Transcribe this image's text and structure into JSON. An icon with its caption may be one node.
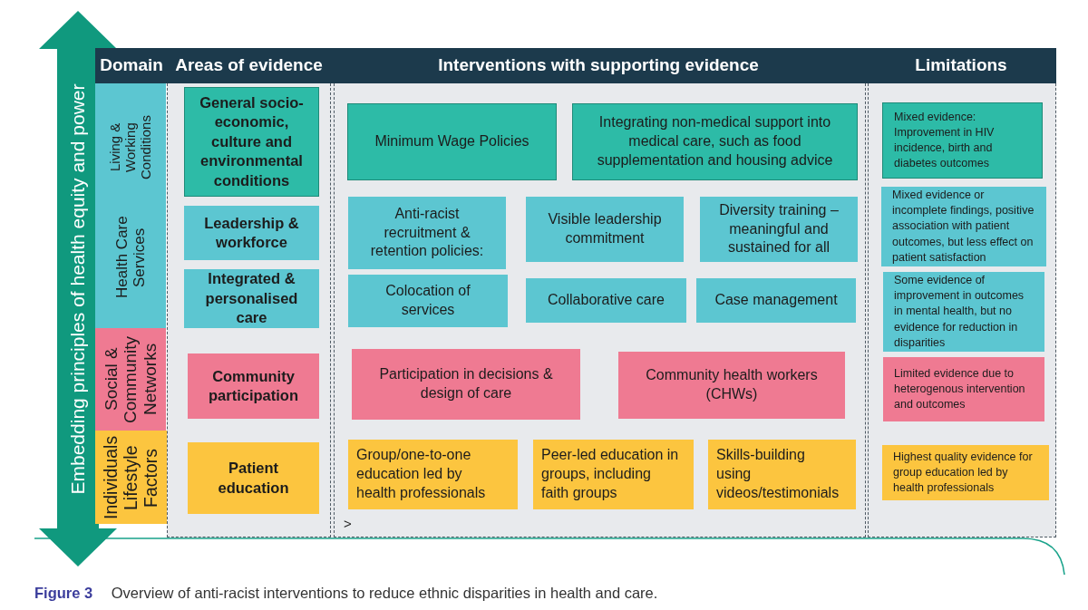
{
  "diagram": {
    "caption": "**Figure 3** Overview of anti-racist interventions to reduce ethnic disparities in health and care.",
    "nodes": [
      {
        "text": [
          "Embedding principles of health equity and power"
        ]
      },
      {
        "text": [
          "Domain"
        ]
      },
      {
        "text": [
          "Living & Working Conditions",
          "Health Care Services"
        ],
        "in": 1
      },
      {
        "text": [
          "Social & Community Networks"
        ],
        "in": 1
      },
      {
        "text": [
          "Individuals Lifestyle Factors"
        ],
        "in": 1
      },
      {
        "text": [
          "Areas of evidence"
        ]
      },
      {
        "text": [
          "General socio-economic, culture and environmental conditions"
        ],
        "in": 5
      },
      {
        "text": [
          "Leadership & workforce"
        ],
        "in": 5
      },
      {
        "text": [
          "Integrated & personalised care"
        ],
        "in": 5
      },
      {
        "text": [
          "Community participation"
        ],
        "in": 5
      },
      {
        "text": [
          "Patient education"
        ],
        "in": 5
      },
      {
        "text": [
          "Interventions with supporting evidence"
        ]
      },
      {
        "text": [
          "Minimum Wage Policies"
        ],
        "in": 11
      },
      {
        "text": [
          "Integrating non-medical support into medical care, such as food supplementation and housing advice"
        ],
        "in": 11
      },
      {
        "text": [
          "Anti-racist recruitment & retention policies:"
        ],
        "in": 11
      },
      {
        "text": [
          "Visible leadership commitment"
        ],
        "in": 11
      },
      {
        "text": [
          "Diversity training – meaningful and sustained for all"
        ],
        "in": 11
      },
      {
        "text": [
          "Colocation of services"
        ],
        "in": 11
      },
      {
        "text": [
          "Collaborative care"
        ],
        "in": 11
      },
      {
        "text": [
          "Case management"
        ],
        "in": 11
      },
      {
        "text": [
          "Participation in decisions & design of care"
        ],
        "in": 11
      },
      {
        "text": [
          "Community health workers (CHWs)"
        ],
        "in": 11
      },
      {
        "text": [
          "Group/one-to-one education led by health professionals"
        ],
        "in": 11
      },
      {
        "text": [
          "Peer-led education in groups, including faith groups"
        ],
        "in": 11
      },
      {
        "text": [
          "Skills-building using videos/testimonials"
        ],
        "in": 11
      },
      {
        "text": [
          "Limitations"
        ]
      },
      {
        "text": [
          "Mixed evidence: Improvement in HIV incidence, birth and diabetes outcomes"
        ],
        "in": 25
      },
      {
        "text": [
          "Mixed evidence or incomplete findings, positive association with patient outcomes, but less effect on patient satisfaction"
        ],
        "in": 25
      },
      {
        "text": [
          "Some evidence of improvement in outcomes in mental health, but no evidence for reduction in disparities"
        ],
        "in": 25
      },
      {
        "text": [
          "Limited evidence due to heterogenous intervention and outcomes"
        ],
        "in": 25
      },
      {
        "text": [
          "Highest quality evidence for group education led by health professionals"
        ],
        "in": 25
      }
    ],
    "labels": [
      ">"
    ]
  }
}
